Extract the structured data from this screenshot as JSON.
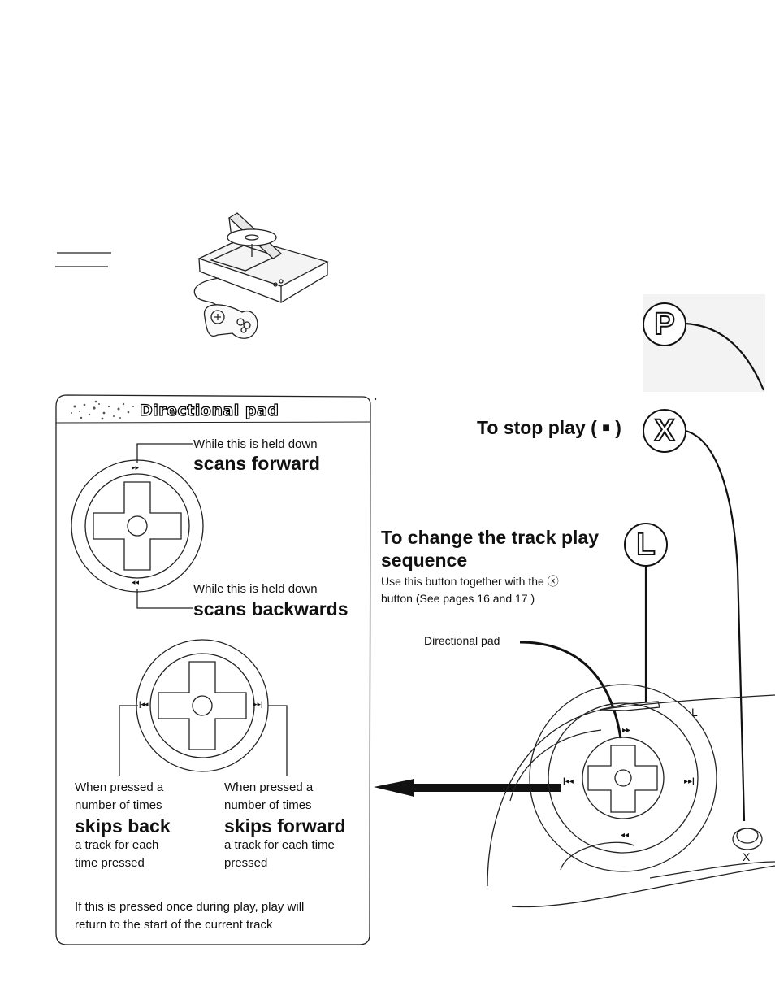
{
  "panel": {
    "title": "Directional pad",
    "forward_hint": "While this is held down",
    "forward_action": "scans forward",
    "backward_hint": "While this is held down",
    "backward_action": "scans backwards",
    "back_col": {
      "line1": "When pressed a",
      "line2": "number of times",
      "action": "skips back",
      "line3": "a track for each",
      "line4": "time pressed"
    },
    "fwd_col": {
      "line1": "When pressed a",
      "line2": "number of times",
      "action": "skips forward",
      "line3": "a track for each time",
      "line4": "pressed"
    },
    "footer_line1": "If this is pressed once during play, play will",
    "footer_line2": "return to the start of the current track"
  },
  "buttons": {
    "p": {
      "letter": "P"
    },
    "stop": {
      "label": "To stop play (",
      "symbol": "■",
      "close": ")",
      "letter": "X"
    },
    "l": {
      "letter": "L",
      "heading_line1": "To change the track play",
      "heading_line2": "sequence",
      "desc_line1": "Use this button together with the",
      "desc_symbol": "ⓧ",
      "desc_line2": "button  (See pages 16 and 17 )"
    }
  },
  "controller": {
    "dpad_label": "Directional pad",
    "l_label": "L",
    "x_label": "X",
    "symbols": {
      "ff": "▸▸",
      "rew": "◂◂",
      "next": "▸▸|",
      "prev": "|◂◂"
    }
  },
  "colors": {
    "ink": "#111111",
    "paper": "#ffffff"
  }
}
